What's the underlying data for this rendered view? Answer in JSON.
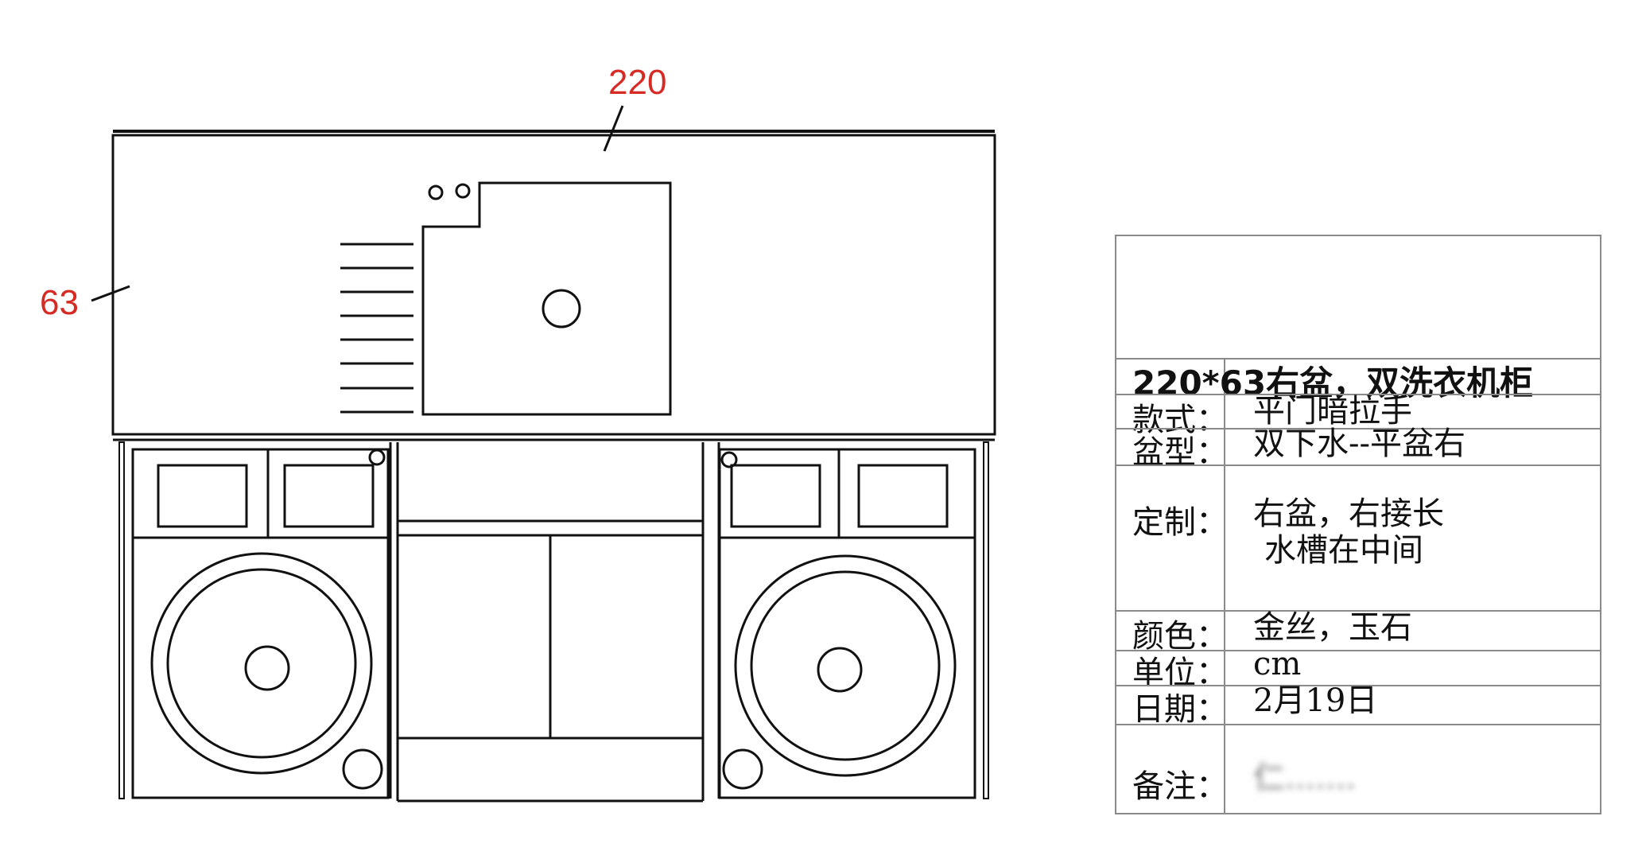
{
  "dimensions": {
    "width_label": "220",
    "depth_label": "63"
  },
  "spec_table": {
    "title": "220*63右盆，双洗衣机柜",
    "rows": [
      {
        "label": "款式：",
        "value": "平门暗拉手"
      },
      {
        "label": "盆型：",
        "value": "双下水--平盆右"
      },
      {
        "label": "定制：",
        "value": "右盆，右接长",
        "value2": "水槽在中间"
      },
      {
        "label": "颜色：",
        "value": "金丝，玉石"
      },
      {
        "label": "单位：",
        "value": "cm"
      },
      {
        "label": "日期：",
        "value": "2月19日"
      },
      {
        "label": "备注：",
        "value": "仁......."
      }
    ]
  },
  "colors": {
    "dimension_red": "#d62a24",
    "line_black": "#111111",
    "table_border": "#8a8a8a"
  }
}
